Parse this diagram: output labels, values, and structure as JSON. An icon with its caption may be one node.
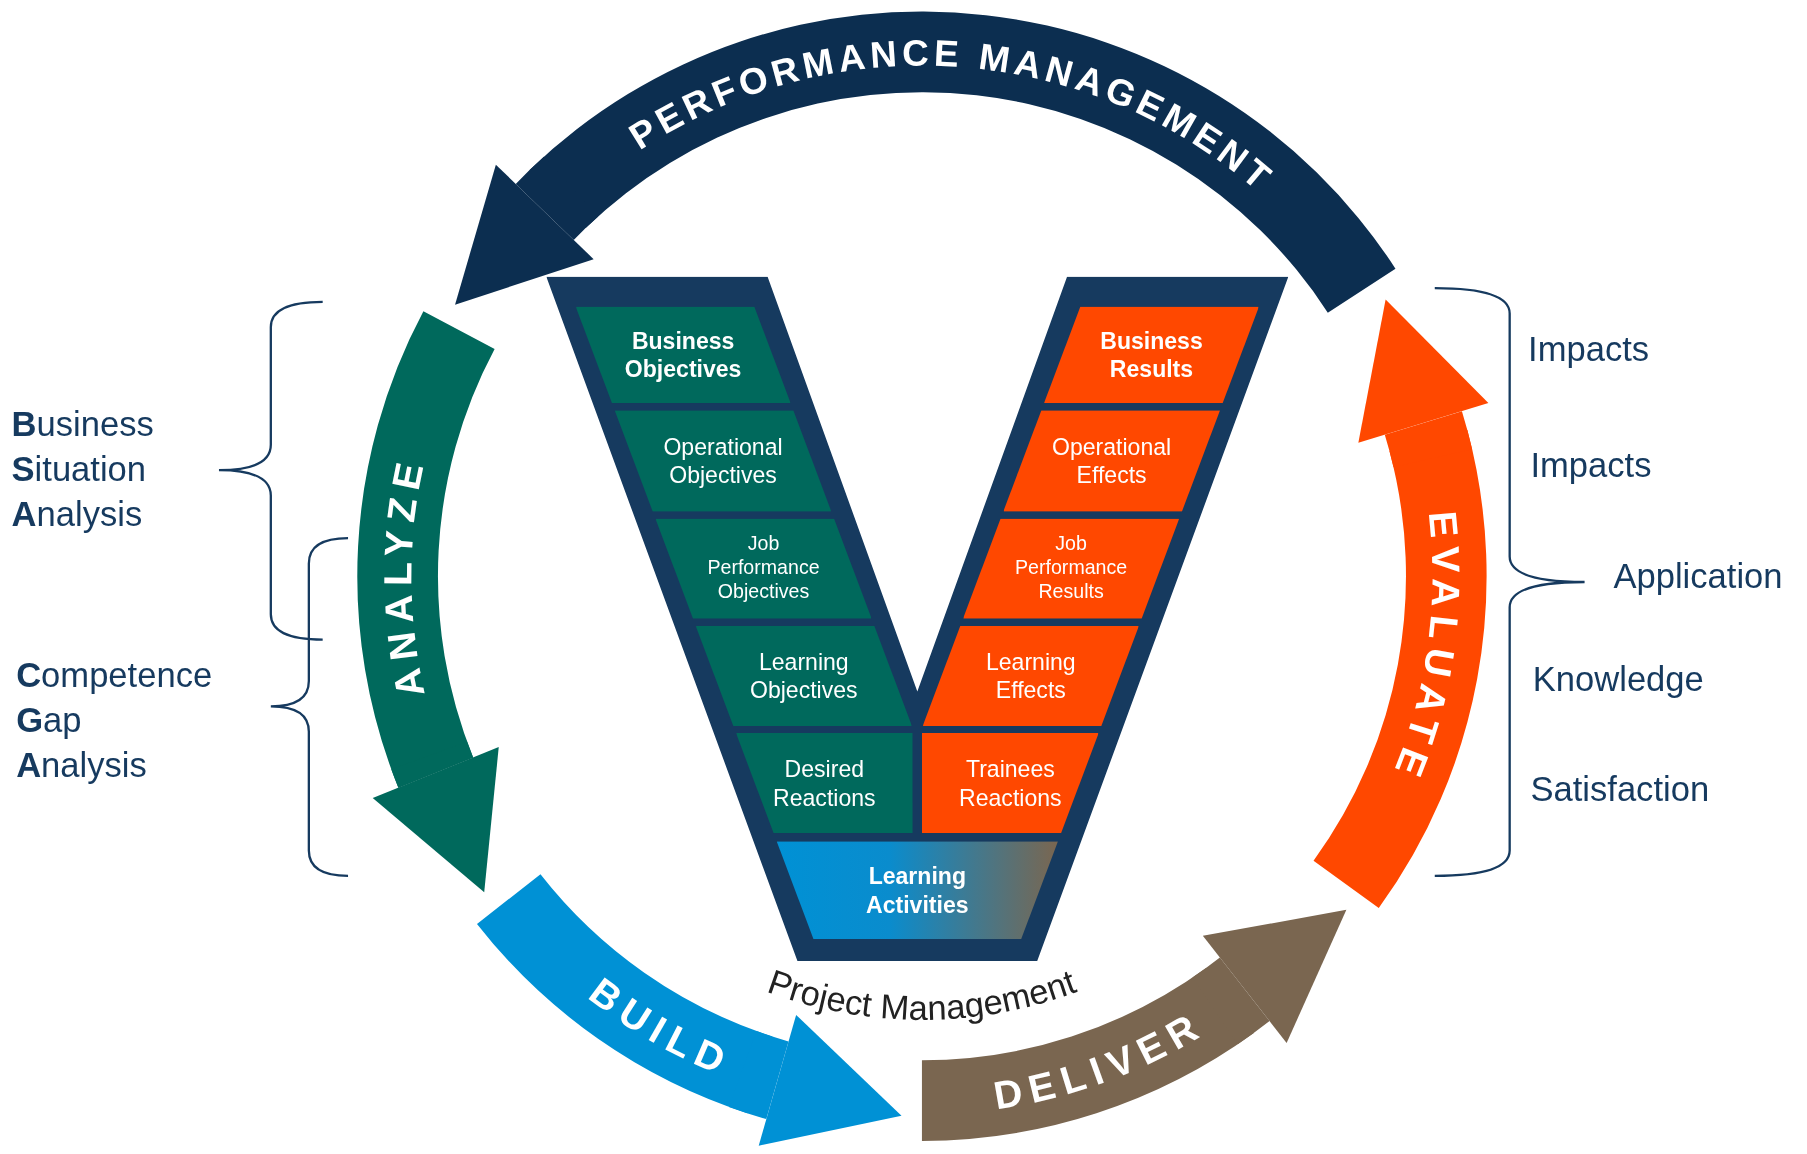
{
  "diagram": {
    "nodes": [
      {
        "text": [
          "PERFORMANCE MANAGEMENT"
        ]
      },
      {
        "text": [
          "ANALYZE"
        ]
      },
      {
        "text": [
          "BUILD"
        ]
      },
      {
        "text": [
          "DELIVER"
        ]
      },
      {
        "text": [
          "EVALUATE"
        ]
      },
      {
        "text": [],
        "shape": "box"
      },
      {
        "text": [
          "Business Objectives"
        ],
        "in": 5
      },
      {
        "text": [
          "Operational Objectives"
        ],
        "in": 5
      },
      {
        "text": [
          "Job Performance Objectives"
        ],
        "in": 5
      },
      {
        "text": [
          "Learning Objectives"
        ],
        "in": 5
      },
      {
        "text": [
          "Desired Reactions"
        ],
        "in": 5
      },
      {
        "text": [
          "Business Results"
        ],
        "in": 5
      },
      {
        "text": [
          "Operational Effects"
        ],
        "in": 5
      },
      {
        "text": [
          "Job Performance Results"
        ],
        "in": 5
      },
      {
        "text": [
          "Learning Effects"
        ],
        "in": 5
      },
      {
        "text": [
          "Trainees Reactions"
        ],
        "in": 5
      },
      {
        "text": [
          "Learning Activities"
        ],
        "in": 5
      }
    ],
    "edges": [
      {
        "from": 0,
        "to": 1,
        "arrow": "to",
        "color": "#0c2e50"
      },
      {
        "from": 1,
        "to": 2,
        "arrow": "to",
        "color": "#00695c"
      },
      {
        "from": 2,
        "to": 3,
        "arrow": "to",
        "color": "#0091d5"
      },
      {
        "from": 3,
        "to": 4,
        "arrow": "to",
        "color": "#7a6650"
      },
      {
        "from": 4,
        "to": 0,
        "arrow": "to",
        "color": "#ff4800"
      }
    ],
    "labels": [
      "**B**usiness **S**ituation **A**nalysis",
      "Impacts",
      "Impacts",
      "Application",
      "**C**ompetence **G**ap **A**nalysis",
      "Knowledge",
      "Satisfaction",
      "Project Management"
    ]
  }
}
